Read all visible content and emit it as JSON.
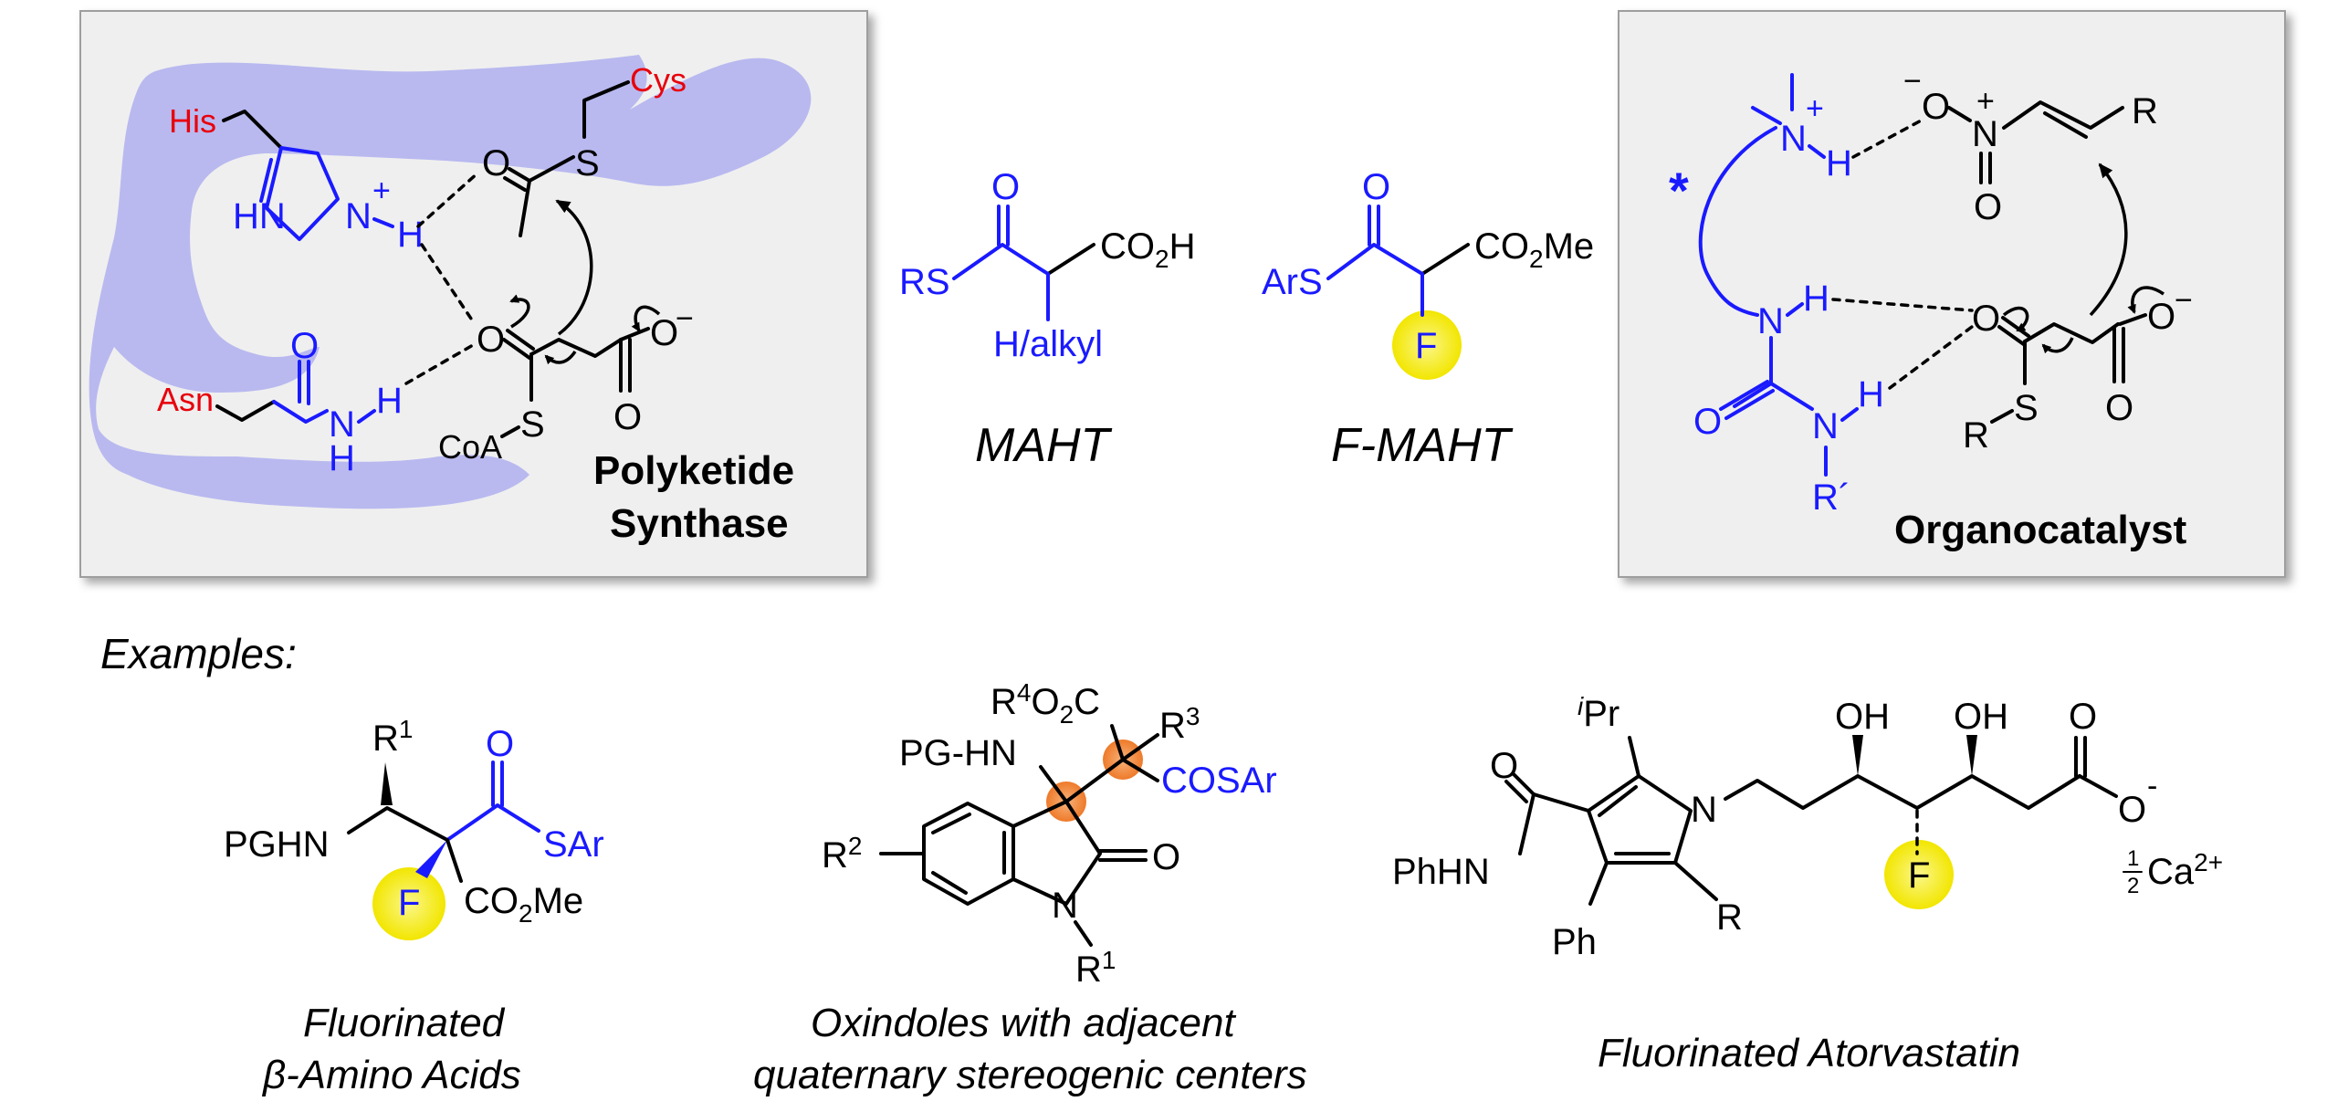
{
  "panels": {
    "polyketide": {
      "title_line1": "Polyketide",
      "title_line2": "Synthase",
      "residues": {
        "his": "His",
        "cys": "Cys",
        "asn": "Asn"
      },
      "atoms": {
        "hn": "HN",
        "n_plus": "N",
        "plus": "+",
        "h": "H",
        "o": "O",
        "s": "S",
        "coa": "CoA",
        "o_minus": "O",
        "minus": "−",
        "nh": "N"
      }
    },
    "organocatalyst": {
      "title": "Organocatalyst",
      "star": "*",
      "atoms": {
        "n_plus": "N",
        "plus": "+",
        "h": "H",
        "o_minus": "O",
        "minus": "−",
        "n": "N",
        "o": "O",
        "r": "R",
        "s": "S",
        "r_prime": "R´",
        "n_h": "N"
      }
    }
  },
  "center": {
    "maht": {
      "label": "MAHT",
      "atoms": {
        "rs": "RS",
        "o": "O",
        "co2h": "CO",
        "co2h_sub": "2",
        "co2h_end": "H",
        "h_alkyl": "H/alkyl"
      }
    },
    "fmaht": {
      "label": "F-MAHT",
      "atoms": {
        "ars": "ArS",
        "o": "O",
        "co2me": "CO",
        "co2me_sub": "2",
        "co2me_end": "Me",
        "f": "F"
      }
    }
  },
  "examples_label": "Examples:",
  "examples": [
    {
      "caption_line1": "Fluorinated",
      "caption_beta": "β",
      "caption_line2": "-Amino Acids",
      "atoms": {
        "r1": "R",
        "r1_sup": "1",
        "o": "O",
        "pghn": "PGHN",
        "sar": "SAr",
        "f": "F",
        "co2me": "CO",
        "co2me_sub": "2",
        "co2me_end": "Me"
      }
    },
    {
      "caption_line1": "Oxindoles with adjacent",
      "caption_line2": "quaternary stereogenic centers",
      "atoms": {
        "r4o2c": "R",
        "r4_sup": "4",
        "r4o2c_end": "O",
        "r4o2c_sub": "2",
        "r4o2c_c": "C",
        "r3": "R",
        "r3_sup": "3",
        "pghn": "PG-HN",
        "cosar": "COSAr",
        "r2": "R",
        "r2_sup": "2",
        "o": "O",
        "n": "N",
        "r1": "R",
        "r1_sup": "1"
      }
    },
    {
      "caption": "Fluorinated Atorvastatin",
      "atoms": {
        "ipr_i": "i",
        "ipr": "Pr",
        "o": "O",
        "n": "N",
        "oh1": "OH",
        "oh2": "OH",
        "o2": "O",
        "o_minus": "O",
        "minus": "-",
        "phhn": "PhHN",
        "ph": "Ph",
        "r": "R",
        "f": "F",
        "half_num": "1",
        "half_den": "2",
        "ca": "Ca",
        "ca_sup": "2+"
      }
    }
  ],
  "colors": {
    "enzyme_blob": "#b9b9f0",
    "catalyst_blue": "#1a1aff",
    "residue_red": "#e8000b",
    "fluorine_highlight": "#f7f000",
    "quaternary_highlight": "#f28a3c"
  }
}
